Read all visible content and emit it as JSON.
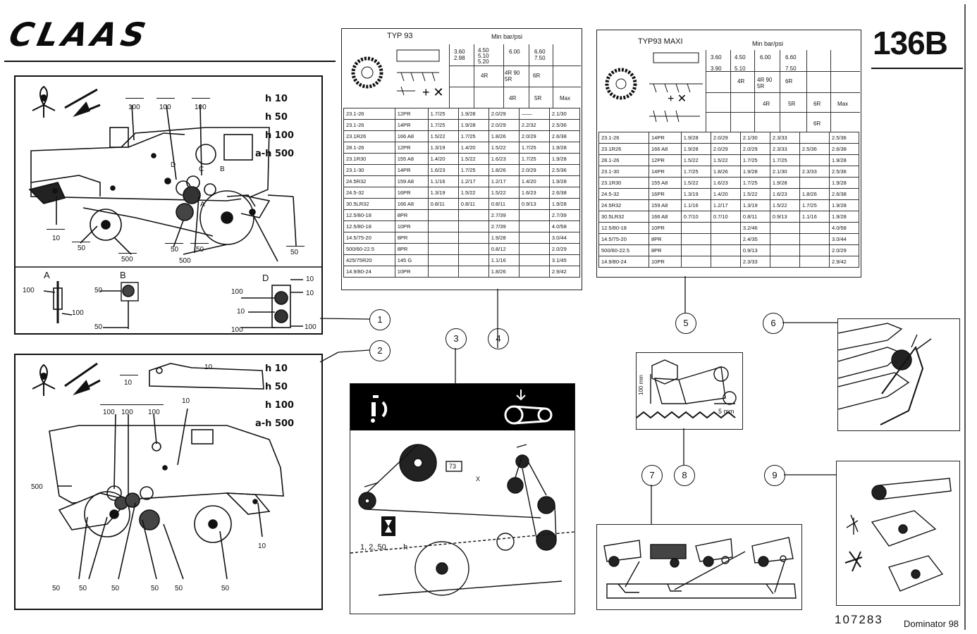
{
  "header": {
    "logo": "CLAAS",
    "model_code": "136B",
    "footer_number": "107283",
    "footer_model": "Dominator 98"
  },
  "legend_intervals": [
    "h 10",
    "h 50",
    "h 100",
    "a-h 500"
  ],
  "callouts": [
    "1",
    "2",
    "3",
    "4",
    "5",
    "6",
    "7",
    "8",
    "9"
  ],
  "panel1": {
    "labels_top": [
      "100",
      "100",
      "100"
    ],
    "letters": [
      "D",
      "C",
      "B",
      "A"
    ],
    "labels_bottom": [
      "10",
      "50",
      "50",
      "50",
      "500",
      "50",
      "500"
    ],
    "sub_letters": [
      "A",
      "B",
      "D"
    ],
    "sub_labels": [
      "100",
      "100",
      "50",
      "50",
      "100",
      "10",
      "100",
      "10",
      "10",
      "100"
    ]
  },
  "panel2": {
    "labels_top": [
      "10",
      "10",
      "100",
      "100",
      "100",
      "10"
    ],
    "labels_side": [
      "500",
      "10"
    ],
    "labels_bottom": [
      "50",
      "50",
      "50",
      "50",
      "50",
      "50"
    ]
  },
  "panel3": {
    "interval_text": "1, 2, 50, . . . h",
    "x_label": "X",
    "dim_label": "73"
  },
  "panel8": {
    "dim_vertical": "100 mm",
    "dim_gap": "5 mm"
  },
  "table93": {
    "title": "TYP 93",
    "unit": "Min bar/psi",
    "header_rows": [
      [
        "3.60",
        "4.50",
        "6.00",
        "6.60"
      ],
      [
        "2.98",
        "5.10",
        "",
        "7.50"
      ],
      [
        "",
        "5.20",
        "",
        ""
      ]
    ],
    "header_row2": [
      "",
      "4R",
      "4R 90 5R",
      "6R",
      ""
    ],
    "header_row3": [
      "",
      "",
      "4R",
      "5R",
      "Max"
    ],
    "rows": [
      [
        "23.1-26",
        "12PR",
        "1.7/25",
        "1.9/28",
        "2.0/29",
        "——",
        "2.1/30"
      ],
      [
        "23.1-26",
        "14PR",
        "1.7/25",
        "1.9/28",
        "2.0/29",
        "2.2/32",
        "2.5/36"
      ],
      [
        "23.1R26",
        "166 A8",
        "1.5/22",
        "1.7/25",
        "1.8/26",
        "2.0/29",
        "2.6/38"
      ],
      [
        "28.1-26",
        "12PR",
        "1.3/19",
        "1.4/20",
        "1.5/22",
        "1.7/25",
        "1.9/28"
      ],
      [
        "23.1R30",
        "155 A8",
        "1.4/20",
        "1.5/22",
        "1.6/23",
        "1.7/25",
        "1.9/28"
      ],
      [
        "23.1-30",
        "14PR",
        "1.6/23",
        "1.7/25",
        "1.8/26",
        "2.0/29",
        "2.5/36"
      ],
      [
        "24.5R32",
        "159 A8",
        "1.1/16",
        "1.2/17",
        "1.2/17",
        "1.4/20",
        "1.9/28"
      ],
      [
        "24.5-32",
        "16PR",
        "1.3/19",
        "1.5/22",
        "1.5/22",
        "1.6/23",
        "2.6/38"
      ],
      [
        "30.5LR32",
        "166 A8",
        "0.8/11",
        "0.8/11",
        "0.8/11",
        "0.9/13",
        "1.9/28"
      ],
      [
        "12.5/80-18",
        "8PR",
        "",
        "",
        "2.7/39",
        "",
        "2.7/39"
      ],
      [
        "12.5/80-18",
        "10PR",
        "",
        "",
        "2.7/39",
        "",
        "4.0/58"
      ],
      [
        "14.5/75-20",
        "8PR",
        "",
        "",
        "1.9/28",
        "",
        "3.0/44"
      ],
      [
        "500/60-22.5",
        "8PR",
        "",
        "",
        "0.8/12",
        "",
        "2.0/29"
      ],
      [
        "425/75R20",
        "145 G",
        "",
        "",
        "1.1/16",
        "",
        "3.1/45"
      ],
      [
        "14.9/80-24",
        "10PR",
        "",
        "",
        "1.8/26",
        "",
        "2.9/42"
      ]
    ]
  },
  "table93maxi": {
    "title": "TYP93 MAXI",
    "unit": "Min bar/psi",
    "header_rows": [
      [
        "3.60",
        "4.50",
        "6.00",
        "6.60"
      ],
      [
        "3.90",
        "5.10",
        "",
        "7.50"
      ]
    ],
    "header_row2": [
      "",
      "4R",
      "4R 90 5R",
      "6R",
      ""
    ],
    "header_row3": [
      "",
      "",
      "4R",
      "5R",
      "6R",
      "Max"
    ],
    "header_row4": [
      "",
      "",
      "",
      "",
      "6R",
      ""
    ],
    "rows": [
      [
        "23.1-26",
        "14PR",
        "1.9/28",
        "2.0/29",
        "2.1/30",
        "2.3/33",
        "",
        "2.5/36"
      ],
      [
        "23.1R26",
        "166 A8",
        "1.9/28",
        "2.0/29",
        "2.0/29",
        "2.3/33",
        "2.5/36",
        "2.6/38"
      ],
      [
        "28.1-26",
        "12PR",
        "1.5/22",
        "1.5/22",
        "1.7/25",
        "1.7/25",
        "",
        "1.9/28"
      ],
      [
        "23.1-30",
        "14PR",
        "1.7/25",
        "1.8/26",
        "1.9/28",
        "2.1/30",
        "2.3/33",
        "2.5/36"
      ],
      [
        "23.1R30",
        "155 A8",
        "1.5/22",
        "1.6/23",
        "1.7/25",
        "1.9/28",
        "",
        "1.9/28"
      ],
      [
        "24.5-32",
        "16PR",
        "1.3/19",
        "1.4/20",
        "1.5/22",
        "1.6/23",
        "1.8/26",
        "2.6/38"
      ],
      [
        "24.5R32",
        "159 A8",
        "1.1/16",
        "1.2/17",
        "1.3/19",
        "1.5/22",
        "1.7/25",
        "1.9/28"
      ],
      [
        "30.5LR32",
        "166 A8",
        "0.7/10",
        "0.7/10",
        "0.8/11",
        "0.9/13",
        "1.1/16",
        "1.9/28"
      ],
      [
        "12.5/80-18",
        "10PR",
        "",
        "",
        "3.2/46",
        "",
        "",
        "4.0/58"
      ],
      [
        "14.5/75-20",
        "8PR",
        "",
        "",
        "2.4/35",
        "",
        "",
        "3.0/44"
      ],
      [
        "500/60-22.5",
        "8PR",
        "",
        "",
        "0.9/13",
        "",
        "",
        "2.0/29"
      ],
      [
        "14.9/80-24",
        "10PR",
        "",
        "",
        "2.3/33",
        "",
        "",
        "2.9/42"
      ]
    ]
  }
}
